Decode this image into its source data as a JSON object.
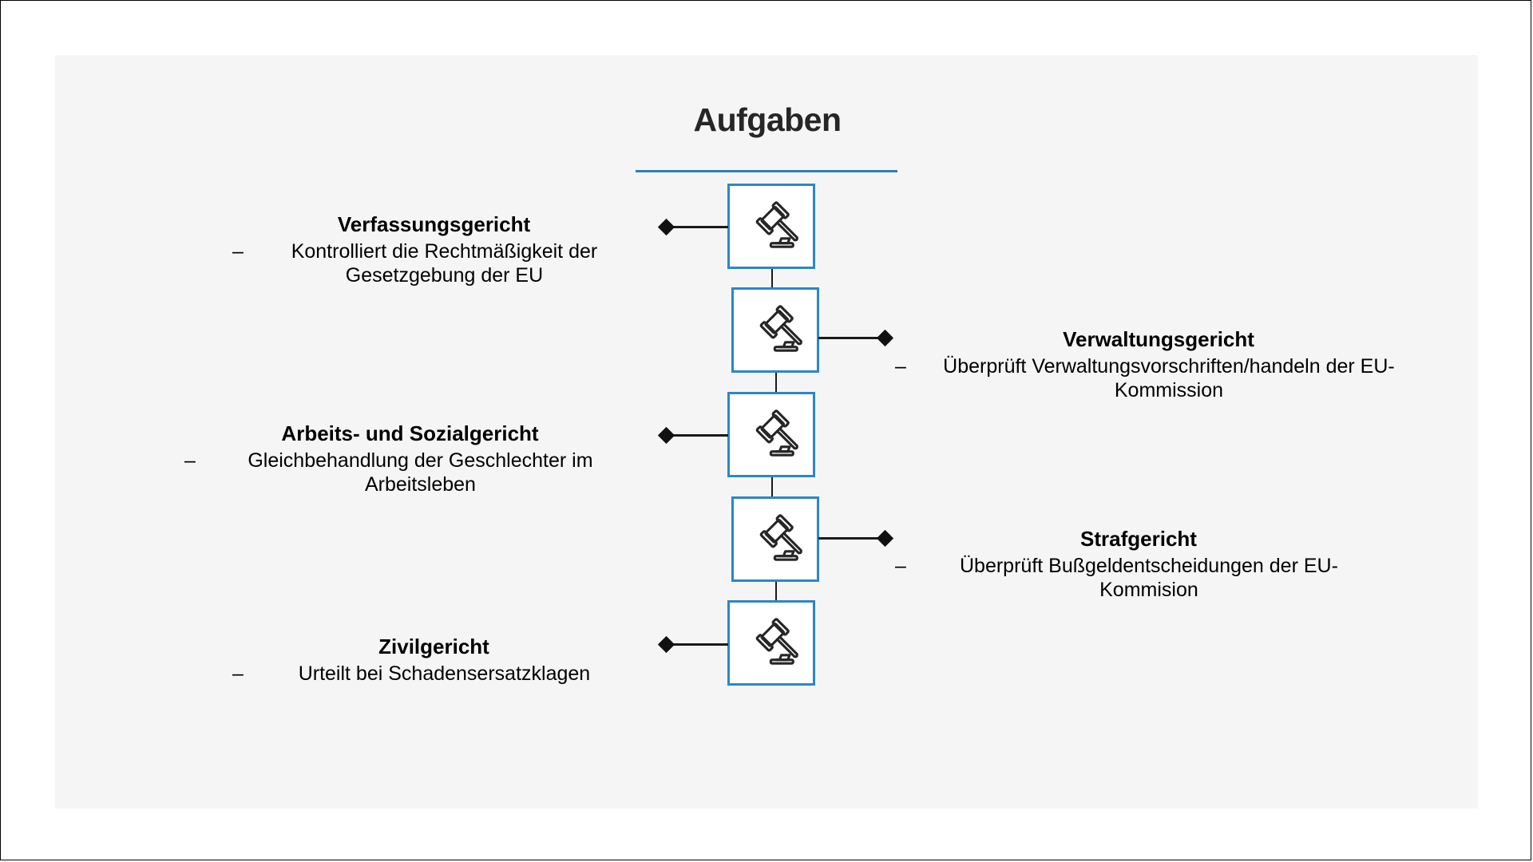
{
  "diagram": {
    "title": "Aufgaben",
    "accent_color": "#2b87c8",
    "underline_color": "#2b7fb8",
    "panel_background": "#f5f5f5",
    "text_color": "#000000",
    "title_color": "#262626",
    "connector_color": "#1a1a1a",
    "bullet_dash": "–",
    "node_icon": "gavel-icon",
    "node_count": 5
  },
  "nodes": [
    {
      "index": 1,
      "side": "left",
      "icon": "gavel-icon",
      "title": "Verfassungsgericht",
      "description": "Kontrolliert die Rechtmäßigkeit der Gesetzgebung der EU"
    },
    {
      "index": 2,
      "side": "right",
      "icon": "gavel-icon",
      "title": "Verwaltungsgericht",
      "description": "Überprüft Verwaltungsvorschriften/handeln der EU-Kommission"
    },
    {
      "index": 3,
      "side": "left",
      "icon": "gavel-icon",
      "title": "Arbeits- und Sozialgericht",
      "description": "Gleichbehandlung der Geschlechter im Arbeitsleben"
    },
    {
      "index": 4,
      "side": "right",
      "icon": "gavel-icon",
      "title": "Strafgericht",
      "description": "Überprüft Bußgeldentscheidungen der EU-Kommision"
    },
    {
      "index": 5,
      "side": "left",
      "icon": "gavel-icon",
      "title": "Zivilgericht",
      "description": "Urteilt bei Schadensersatzklagen"
    }
  ]
}
